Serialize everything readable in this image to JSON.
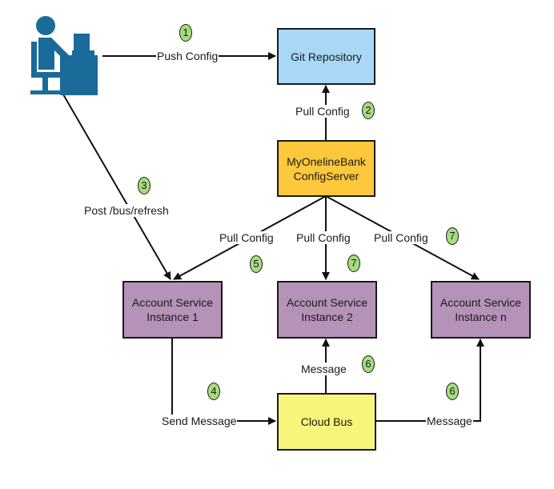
{
  "nodes": {
    "git": {
      "label": "Git Repository",
      "color": "#a8d8f6"
    },
    "config": {
      "label": "MyOnelineBank\nConfigServer",
      "color": "#fdc83b"
    },
    "acct1": {
      "label": "Account Service\nInstance 1",
      "color": "#b592b8"
    },
    "acct2": {
      "label": "Account Service\nInstance 2",
      "color": "#b592b8"
    },
    "acctn": {
      "label": "Account Service\nInstance n",
      "color": "#b592b8"
    },
    "bus": {
      "label": "Cloud Bus",
      "color": "#f7f57a"
    }
  },
  "actor": {
    "icon": "user-at-computer-icon",
    "color": "#1a6a9a"
  },
  "edges": {
    "push": {
      "label": "Push Config",
      "step": "1"
    },
    "pull_git": {
      "label": "Pull Config",
      "step": "2"
    },
    "refresh": {
      "label": "Post /bus/refresh",
      "step": "3"
    },
    "send": {
      "label": "Send Message",
      "step": "4"
    },
    "pull1": {
      "label": "Pull Config",
      "step": "5"
    },
    "pull2": {
      "label": "Pull Config",
      "step": "7"
    },
    "pulln": {
      "label": "Pull Config",
      "step": "7"
    },
    "msg2": {
      "label": "Message",
      "step": "6"
    },
    "msgn": {
      "label": "Message",
      "step": "6"
    }
  },
  "step_color": "#a6dc7f"
}
